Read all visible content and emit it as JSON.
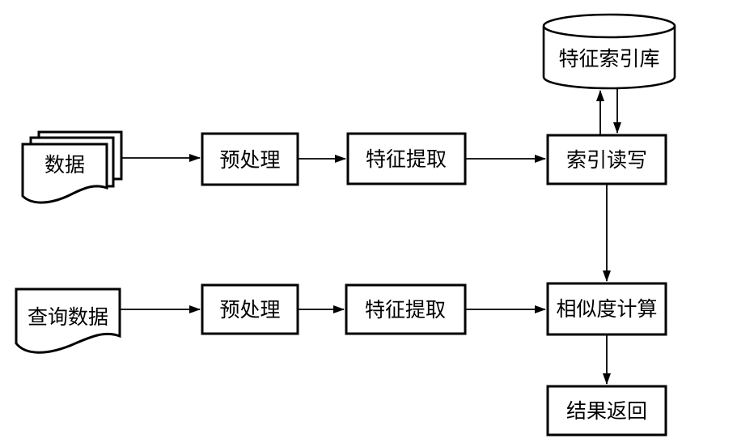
{
  "diagram": {
    "background_color": "#ffffff",
    "stroke_color": "#000000",
    "fill_color": "#ffffff",
    "nodes": {
      "database": {
        "label": "特征索引库",
        "shape": "cylinder"
      },
      "data_doc": {
        "label": "数据",
        "shape": "document-stack"
      },
      "preprocess_top": {
        "label": "预处理",
        "shape": "rect"
      },
      "feature_extract_top": {
        "label": "特征提取",
        "shape": "rect"
      },
      "index_rw": {
        "label": "索引读写",
        "shape": "rect"
      },
      "query_doc": {
        "label": "查询数据",
        "shape": "document"
      },
      "preprocess_bottom": {
        "label": "预处理",
        "shape": "rect"
      },
      "feature_extract_bottom": {
        "label": "特征提取",
        "shape": "rect"
      },
      "similarity": {
        "label": "相似度计算",
        "shape": "rect"
      },
      "result": {
        "label": "结果返回",
        "shape": "rect"
      }
    },
    "edges": [
      {
        "from": "data_doc",
        "to": "preprocess_top",
        "direction": "right"
      },
      {
        "from": "preprocess_top",
        "to": "feature_extract_top",
        "direction": "right"
      },
      {
        "from": "feature_extract_top",
        "to": "index_rw",
        "direction": "right"
      },
      {
        "from": "index_rw",
        "to": "database",
        "direction": "up"
      },
      {
        "from": "database",
        "to": "index_rw",
        "direction": "down"
      },
      {
        "from": "index_rw",
        "to": "similarity",
        "direction": "down"
      },
      {
        "from": "query_doc",
        "to": "preprocess_bottom",
        "direction": "right"
      },
      {
        "from": "preprocess_bottom",
        "to": "feature_extract_bottom",
        "direction": "right"
      },
      {
        "from": "feature_extract_bottom",
        "to": "similarity",
        "direction": "right"
      },
      {
        "from": "similarity",
        "to": "result",
        "direction": "down"
      }
    ]
  }
}
